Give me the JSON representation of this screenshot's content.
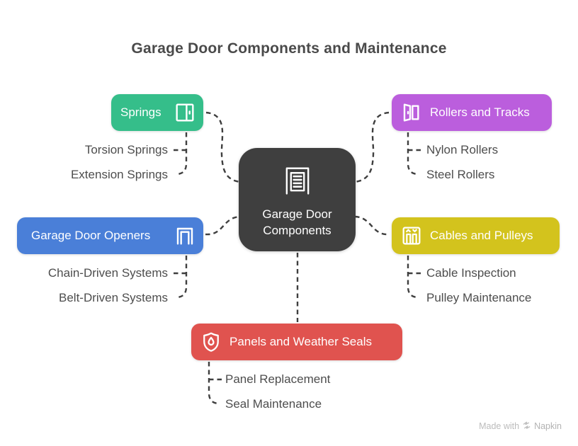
{
  "title": "Garage Door Components and Maintenance",
  "center": {
    "label": "Garage Door Components",
    "icon": "garage-door-icon",
    "color": "#3f3f3f"
  },
  "branches": [
    {
      "id": "springs",
      "label": "Springs",
      "color": "#35be8a",
      "icon": "closet-door-icon",
      "children": [
        "Torsion Springs",
        "Extension Springs"
      ]
    },
    {
      "id": "rollers",
      "label": "Rollers and Tracks",
      "color": "#bb5edd",
      "icon": "open-door-icon",
      "children": [
        "Nylon Rollers",
        "Steel Rollers"
      ]
    },
    {
      "id": "openers",
      "label": "Garage Door Openers",
      "color": "#4a7fd8",
      "icon": "garage-frame-icon",
      "children": [
        "Chain-Driven Systems",
        "Belt-Driven Systems"
      ]
    },
    {
      "id": "cables",
      "label": "Cables and Pulleys",
      "color": "#d3c31d",
      "icon": "elevator-icon",
      "children": [
        "Cable Inspection",
        "Pulley Maintenance"
      ]
    },
    {
      "id": "panels",
      "label": "Panels and Weather Seals",
      "color": "#e0534f",
      "icon": "shield-drop-icon",
      "children": [
        "Panel Replacement",
        "Seal Maintenance"
      ]
    }
  ],
  "connector_color": "#3f3f3f",
  "watermark": {
    "made_with": "Made with",
    "brand": "Napkin"
  }
}
